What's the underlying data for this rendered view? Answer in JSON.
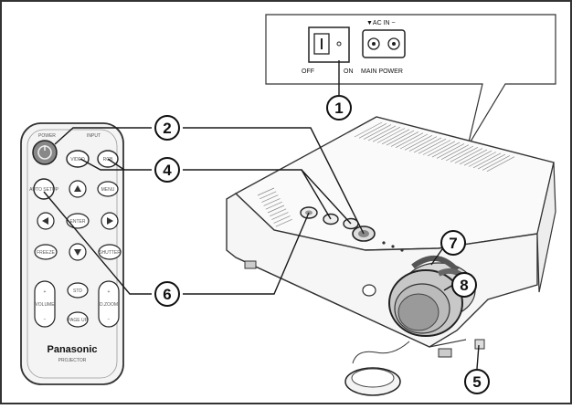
{
  "inset_panel": {
    "ac_in_label": "▼AC IN ~",
    "off_label": "OFF",
    "on_label": "ON",
    "main_power_label": "MAIN POWER"
  },
  "remote": {
    "brand": "Panasonic",
    "model": "PROJECTOR",
    "buttons": {
      "power": "POWER",
      "input": "INPUT",
      "video": "VIDEO",
      "rgb": "RGB",
      "auto_setup": "AUTO SETUP",
      "menu": "MENU",
      "enter": "ENTER",
      "freeze": "FREEZE",
      "shutter": "SHUTTER",
      "std": "STD",
      "volume": "VOLUME",
      "dzoom": "D.ZOOM",
      "page_up": "PAGE UP"
    }
  },
  "callouts": [
    "1",
    "2",
    "4",
    "6",
    "7",
    "8",
    "5"
  ],
  "colors": {
    "frame": "#333333",
    "line": "#1a1a1a",
    "remote_body": "#f4f4f4",
    "projector_body": "#fafafa",
    "vent": "#8a8a8a"
  }
}
